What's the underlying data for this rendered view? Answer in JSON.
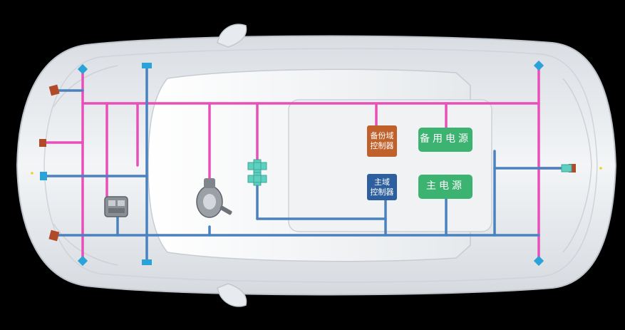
{
  "diagram": {
    "boxes": {
      "backup_domain_controller": {
        "line1": "备份域",
        "line2": "控制器"
      },
      "main_domain_controller": {
        "line1": "主域",
        "line2": "控制器"
      },
      "backup_power": {
        "label": "备用电源"
      },
      "main_power": {
        "label": "主电源"
      }
    },
    "colors": {
      "background": "#000000",
      "backup_network": "#e94fb8",
      "main_network": "#4a82bf",
      "backup_controller": "#c0602a",
      "main_controller": "#2d5f9e",
      "power_supply": "#3cb371",
      "sensor": "#2aa3d8",
      "actuator": "#b24a2a",
      "valve": "#5fd0c0"
    }
  }
}
